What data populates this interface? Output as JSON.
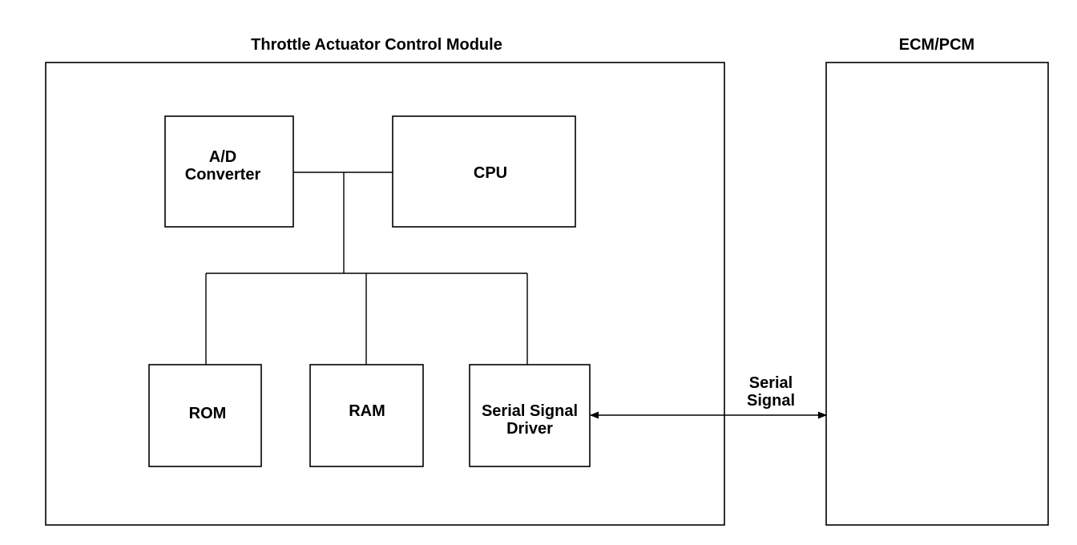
{
  "modules": {
    "tacm": {
      "title": "Throttle Actuator Control Module"
    },
    "ecm": {
      "title": "ECM/PCM"
    }
  },
  "blocks": {
    "ad_converter": {
      "line1": "A/D",
      "line2": "Converter"
    },
    "cpu": {
      "label": "CPU"
    },
    "rom": {
      "label": "ROM"
    },
    "ram": {
      "label": "RAM"
    },
    "serial_driver": {
      "line1": "Serial Signal",
      "line2": "Driver"
    }
  },
  "link": {
    "line1": "Serial",
    "line2": "Signal"
  },
  "colors": {
    "stroke": "#000000",
    "background": "#ffffff"
  }
}
